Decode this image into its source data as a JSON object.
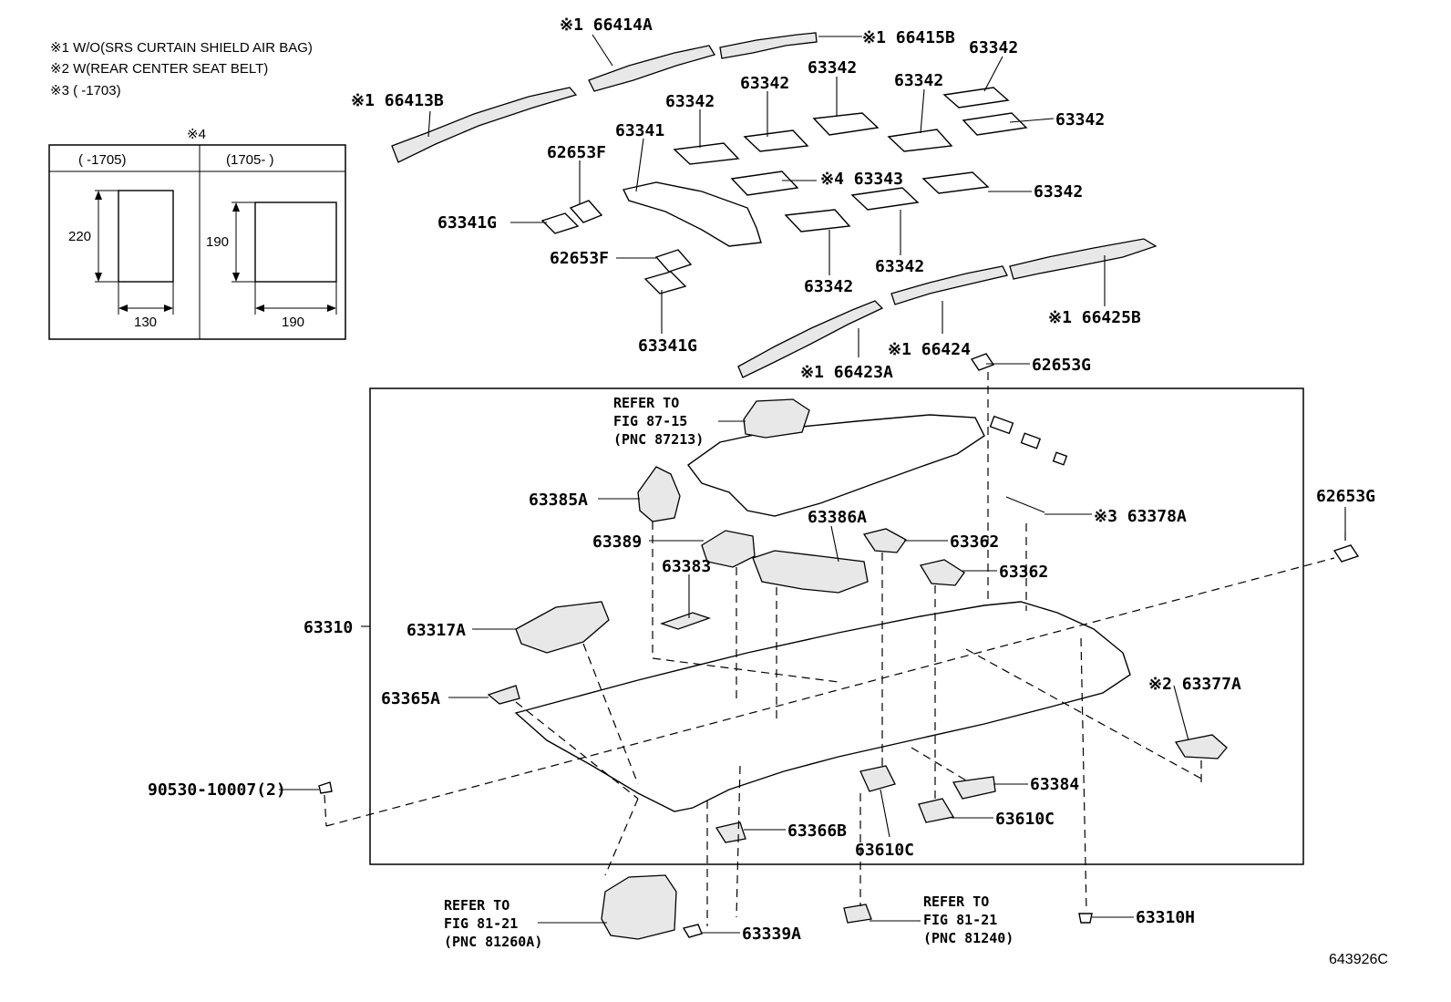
{
  "notes": [
    "※1 W/O(SRS CURTAIN SHIELD AIR BAG)",
    "※2 W(REAR CENTER SEAT BELT)",
    "※3 (      -1703)"
  ],
  "inset": {
    "marker": "※4",
    "col1_header": "(      -1705)",
    "col2_header": "(1705-      )",
    "col1_height": "220",
    "col1_width": "130",
    "col2_height": "190",
    "col2_width": "190"
  },
  "parts": {
    "p66414A": "※1 66414A",
    "p66415B": "※1 66415B",
    "p66413B": "※1 66413B",
    "p63342_a": "63342",
    "p63342_b": "63342",
    "p63342_c": "63342",
    "p63342_d": "63342",
    "p63342_e": "63342",
    "p63342_f": "63342",
    "p63342_g": "63342",
    "p63342_h": "63342",
    "p63342_i": "63342",
    "p63341": "63341",
    "p62653F_a": "62653F",
    "p62653F_b": "62653F",
    "p63341G_a": "63341G",
    "p63341G_b": "63341G",
    "p63343": "※4 63343",
    "p66425B": "※1 66425B",
    "p66424": "※1 66424",
    "p66423A": "※1 66423A",
    "p62653G_a": "62653G",
    "p62653G_b": "62653G",
    "p63385A": "63385A",
    "p63386A": "63386A",
    "p63378A": "※3 63378A",
    "p63389": "63389",
    "p63362_a": "63362",
    "p63362_b": "63362",
    "p63383": "63383",
    "p63310": "63310",
    "p63317A": "63317A",
    "p63365A": "63365A",
    "p63377A": "※2 63377A",
    "p90530": "90530-10007(2)",
    "p63384": "63384",
    "p63610C_a": "63610C",
    "p63610C_b": "63610C",
    "p63366B": "63366B",
    "p63339A": "63339A",
    "p63310H": "63310H"
  },
  "refs": {
    "r87213": [
      "REFER TO",
      "FIG 87-15",
      "(PNC 87213)"
    ],
    "r81260A": [
      "REFER TO",
      "FIG 81-21",
      "(PNC 81260A)"
    ],
    "r81240": [
      "REFER TO",
      "FIG 81-21",
      "(PNC 81240)"
    ]
  },
  "diagram_code": "643926C"
}
